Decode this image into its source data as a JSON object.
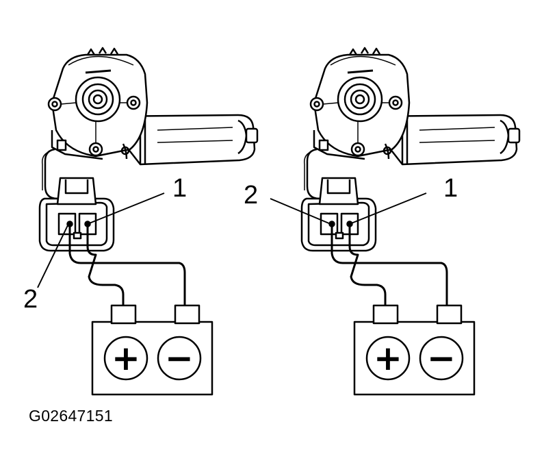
{
  "diagram": {
    "figure_id": "G02647151",
    "left_assembly": {
      "callout_1": "1",
      "callout_2": "2",
      "battery_positive_symbol": "+",
      "battery_negative_symbol": "−"
    },
    "right_assembly": {
      "callout_1": "1",
      "callout_2": "2",
      "battery_positive_symbol": "+",
      "battery_negative_symbol": "−"
    },
    "colors": {
      "line": "#000000",
      "background": "#ffffff"
    }
  }
}
